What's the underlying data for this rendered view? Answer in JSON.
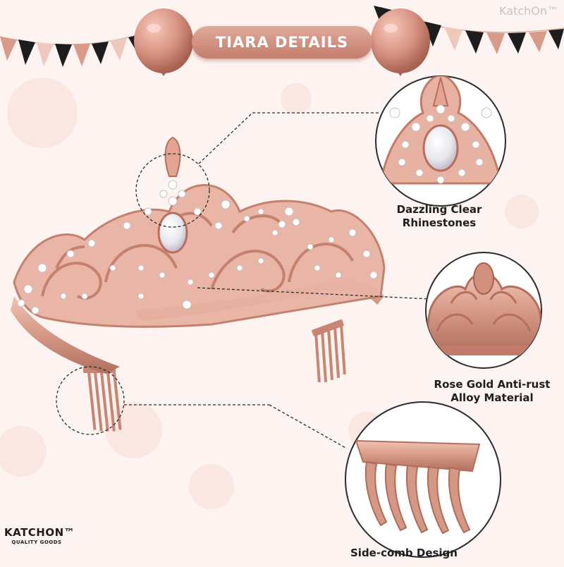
{
  "header": {
    "title": "TIARA DETAILS",
    "watermark": "KatchOn™"
  },
  "features": [
    {
      "line1": "Dazzling Clear",
      "line2": "Rhinestones"
    },
    {
      "line1": "Rose Gold Anti-rust",
      "line2": "Alloy Material"
    },
    {
      "line1": "Side-comb Design",
      "line2": ""
    }
  ],
  "brand": {
    "name": "KATCHON™",
    "tagline": "QUALITY GOODS"
  },
  "colors": {
    "rose_gold": "#d99a89",
    "rose_gold_dark": "#b86e5c",
    "black": "#1d1d1d",
    "background": "#fdf3f1"
  },
  "icons": {
    "balloons": "balloon-icon",
    "bunting": "bunting-flags"
  }
}
